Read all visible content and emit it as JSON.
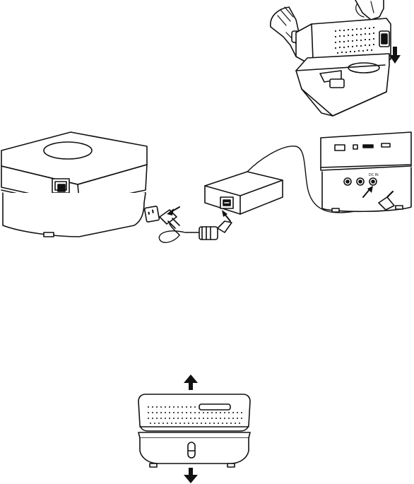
{
  "figures": {
    "top_right": {
      "name": "projector-dock-attach-illustration",
      "direction_icon": "arrow-down-icon"
    },
    "middle": {
      "name": "power-connection-illustration",
      "port_label": "DC IN",
      "wall_outlet_icon": "wall-outlet-icon",
      "adapter_icon": "power-adapter-icon"
    },
    "bottom": {
      "name": "projector-dock-separate-illustration",
      "up_icon": "arrow-up-icon",
      "down_icon": "arrow-down-icon"
    }
  }
}
